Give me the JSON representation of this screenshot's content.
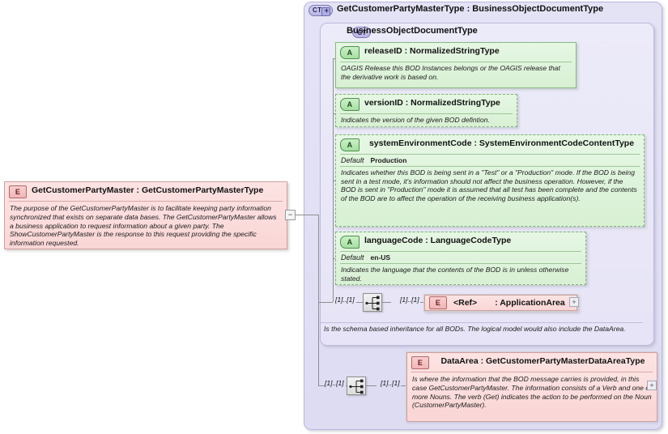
{
  "diagram": {
    "kind": "xml-schema-diagram",
    "background": "#ffffff",
    "colors": {
      "complex_type_fill": "#e4e3f6",
      "attribute_fill": "#ddf2d9",
      "element_fill": "#fbdada",
      "connector": "#8f8f8f"
    }
  },
  "root_element": {
    "badge": "E",
    "name": "GetCustomerPartyMaster",
    "separator": ":",
    "type": "GetCustomerPartyMasterType",
    "title": "GetCustomerPartyMaster : GetCustomerPartyMasterType",
    "documentation": "The purpose of the GetCustomerPartyMaster is to facilitate keeping party information synchronized that exists on separate data bases.  The GetCustomerPartyMaster allows a business application to request information about a given party. The ShowCustomerPartyMaster is the response to this request providing the specific information requested.",
    "expander": "−"
  },
  "complex_type_outer": {
    "badge": "CT",
    "badge_expander": "+",
    "title": "GetCustomerPartyMasterType : BusinessObjectDocumentType",
    "name": "GetCustomerPartyMasterType",
    "type": "BusinessObjectDocumentType"
  },
  "complex_type_inner": {
    "badge": "CT",
    "title": "BusinessObjectDocumentType",
    "documentation": "Is the schema based inheritance for all BODs. The logical model would also include the DataArea."
  },
  "attributes": [
    {
      "badge": "A",
      "title": "releaseID : NormalizedStringType",
      "name": "releaseID",
      "type": "NormalizedStringType",
      "required": true,
      "default_label": null,
      "default_value": null,
      "documentation": "OAGIS Release this BOD Instances belongs or the OAGIS release that the derivative work is based on."
    },
    {
      "badge": "A",
      "title": "versionID : NormalizedStringType",
      "name": "versionID",
      "type": "NormalizedStringType",
      "required": false,
      "default_label": null,
      "default_value": null,
      "documentation": "Indicates the version of the given BOD defintion."
    },
    {
      "badge": "A",
      "title": "systemEnvironmentCode : SystemEnvironmentCodeContentType",
      "name": "systemEnvironmentCode",
      "type": "SystemEnvironmentCodeContentType",
      "required": false,
      "default_label": "Default",
      "default_value": "Production",
      "documentation": "Indicates whether this BOD is being sent in a \"Test\" or a \"Production\" mode. If the BOD is being sent in a test mode, it's information should not affect the business operation. However, if the BOD is sent in \"Production\" mode it is assumed that all test has been complete and the contents of the BOD are to affect the operation of the receiving business application(s)."
    },
    {
      "badge": "A",
      "title": "languageCode : LanguageCodeType",
      "name": "languageCode",
      "type": "LanguageCodeType",
      "required": false,
      "default_label": "Default",
      "default_value": "en-US",
      "documentation": "Indicates the language that the contents of the BOD is in unless otherwise stated."
    }
  ],
  "particles": [
    {
      "id": "application-area",
      "compositor": "sequence",
      "occurs_left": "[1]..[1]",
      "occurs_right": "[1]..[1]",
      "badge": "E",
      "name": "<Ref>",
      "type": ": ApplicationArea",
      "expander": "+",
      "documentation": null
    },
    {
      "id": "data-area",
      "compositor": "sequence",
      "occurs_left": "[1]..[1]",
      "occurs_right": "[1]..[1]",
      "badge": "E",
      "name": "DataArea",
      "type": "GetCustomerPartyMasterDataAreaType",
      "title": "DataArea : GetCustomerPartyMasterDataAreaType",
      "expander": "+",
      "documentation": "Is where the information that the BOD message carries is provided, in this case GetCustomerPartyMaster. The information consists of a Verb and one or more Nouns. The verb (Get) indicates the action to be performed on the Noun (CustomerPartyMaster)."
    }
  ]
}
